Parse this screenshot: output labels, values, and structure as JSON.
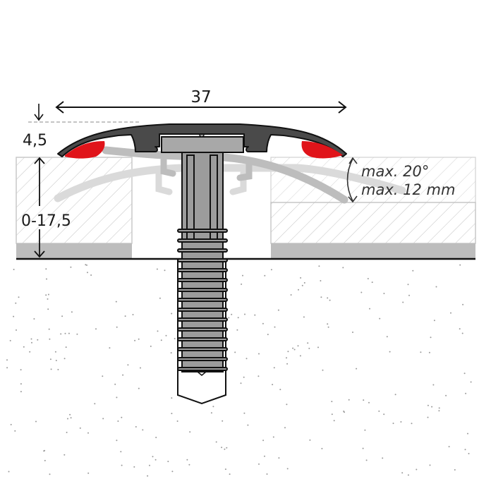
{
  "diagram": {
    "title": "Transition profile cross-section with height-adjustable anchor",
    "dimensions": {
      "width": "37",
      "profile_height": "4,5",
      "floor_height_range": "0-17,5",
      "max_angle": "max. 20°",
      "max_height_difference": "max. 12 mm"
    },
    "colors": {
      "profile": "#4a4a4a",
      "profile_outline": "#111111",
      "seal": "#e0141a",
      "anchor": "#9a9a9a",
      "ghost_profile_1": "#b8b8b8",
      "ghost_profile_2": "#d6d6d6",
      "floor_hatch": "#c8c8c8",
      "underlay": "#bdbdbd",
      "subfloor_dots": "#9a9a9a",
      "line": "#111111"
    },
    "parts": {
      "profile": "transition-profile",
      "seals": [
        "left-seal",
        "right-seal"
      ],
      "anchor": "anchor-dowel",
      "left_floor": "left-floor-covering",
      "right_floor": "right-floor-covering",
      "subfloor": "screed-subfloor"
    }
  }
}
